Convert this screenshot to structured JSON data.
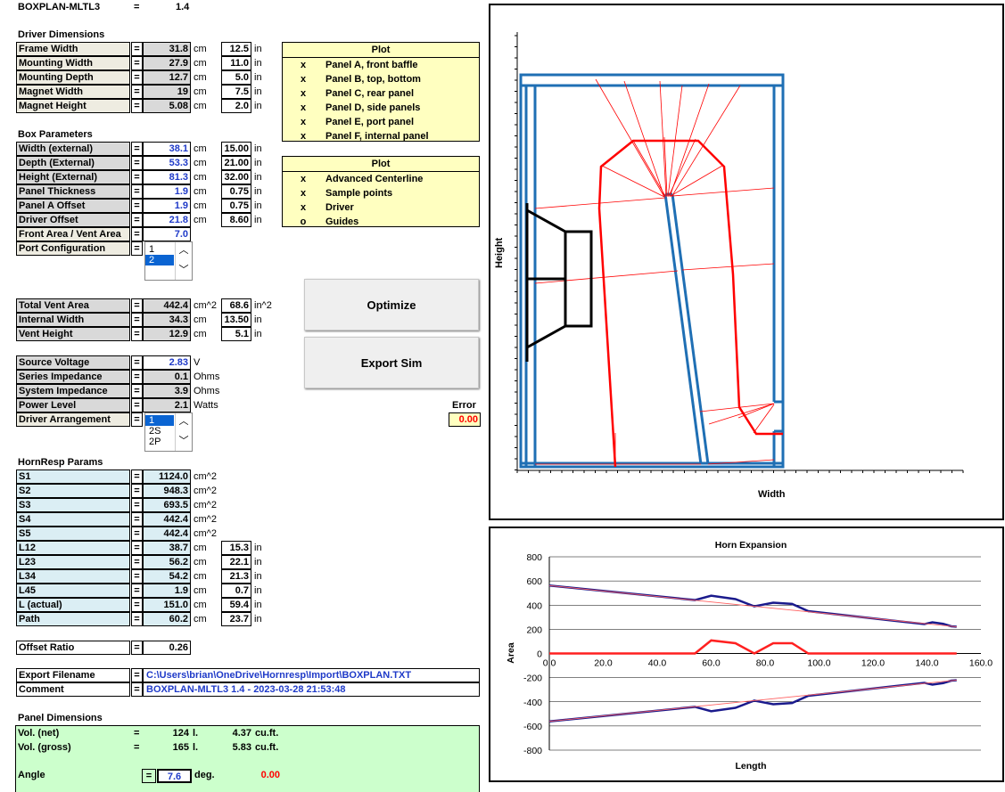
{
  "header": {
    "name": "BOXPLAN-MLTL3",
    "eq": "=",
    "version": "1.4"
  },
  "driver_dims": {
    "title": "Driver Dimensions",
    "rows": [
      {
        "label": "Frame Width",
        "cm": "31.8",
        "in": "12.5"
      },
      {
        "label": "Mounting Width",
        "cm": "27.9",
        "in": "11.0"
      },
      {
        "label": "Mounting Depth",
        "cm": "12.7",
        "in": "5.0"
      },
      {
        "label": "Magnet Width",
        "cm": "19",
        "in": "7.5"
      },
      {
        "label": "Magnet Height",
        "cm": "5.08",
        "in": "2.0"
      }
    ]
  },
  "units": {
    "cm": "cm",
    "in": "in",
    "cm2": "cm^2",
    "in2": "in^2",
    "v": "V",
    "ohms": "Ohms",
    "watts": "Watts",
    "l": "l.",
    "cuft": "cu.ft.",
    "deg": "deg."
  },
  "plot1": {
    "title": "Plot",
    "rows": [
      {
        "mark": "x",
        "label": "Panel A, front baffle"
      },
      {
        "mark": "x",
        "label": "Panel B, top, bottom"
      },
      {
        "mark": "x",
        "label": "Panel C, rear panel"
      },
      {
        "mark": "x",
        "label": "Panel D, side panels"
      },
      {
        "mark": "x",
        "label": "Panel E, port panel"
      },
      {
        "mark": "x",
        "label": "Panel F, internal panel"
      }
    ]
  },
  "box_params": {
    "title": "Box Parameters",
    "rows": [
      {
        "label": "Width (external)",
        "cm": "38.1",
        "in": "15.00"
      },
      {
        "label": "Depth (External)",
        "cm": "53.3",
        "in": "21.00"
      },
      {
        "label": "Height (External)",
        "cm": "81.3",
        "in": "32.00"
      },
      {
        "label": "Panel Thickness",
        "cm": "1.9",
        "in": "0.75"
      },
      {
        "label": "Panel A Offset",
        "cm": "1.9",
        "in": "0.75"
      },
      {
        "label": "Driver Offset",
        "cm": "21.8",
        "in": "8.60"
      }
    ],
    "front_area": {
      "label": "Front Area / Vent Area",
      "value": "7.0"
    },
    "port_config": {
      "label": "Port Configuration",
      "options": [
        "1",
        "2"
      ],
      "selected": "2"
    }
  },
  "plot2": {
    "title": "Plot",
    "rows": [
      {
        "mark": "x",
        "label": "Advanced Centerline"
      },
      {
        "mark": "x",
        "label": "Sample points"
      },
      {
        "mark": "x",
        "label": "Driver"
      },
      {
        "mark": "o",
        "label": "Guides"
      }
    ]
  },
  "vent": {
    "rows": [
      {
        "label": "Total Vent Area",
        "v": "442.4",
        "u": "cm^2",
        "v2": "68.6",
        "u2": "in^2"
      },
      {
        "label": "Internal Width",
        "v": "34.3",
        "u": "cm",
        "v2": "13.50",
        "u2": "in"
      },
      {
        "label": "Vent Height",
        "v": "12.9",
        "u": "cm",
        "v2": "5.1",
        "u2": "in"
      }
    ]
  },
  "buttons": {
    "optimize": "Optimize",
    "export": "Export Sim"
  },
  "electrical": {
    "rows": [
      {
        "label": "Source Voltage",
        "v": "2.83",
        "u": "V"
      },
      {
        "label": "Series Impedance",
        "v": "0.1",
        "u": "Ohms"
      },
      {
        "label": "System Impedance",
        "v": "3.9",
        "u": "Ohms"
      },
      {
        "label": "Power Level",
        "v": "2.1",
        "u": "Watts"
      }
    ],
    "arrangement": {
      "label": "Driver Arrangement",
      "options": [
        "1",
        "2S",
        "2P"
      ],
      "selected": "1"
    }
  },
  "error": {
    "label": "Error",
    "value": "0.00"
  },
  "hornresp": {
    "title": "HornResp Params",
    "rows": [
      {
        "label": "S1",
        "v": "1124.0",
        "u": "cm^2"
      },
      {
        "label": "S2",
        "v": "948.3",
        "u": "cm^2"
      },
      {
        "label": "S3",
        "v": "693.5",
        "u": "cm^2"
      },
      {
        "label": "S4",
        "v": "442.4",
        "u": "cm^2"
      },
      {
        "label": "S5",
        "v": "442.4",
        "u": "cm^2"
      },
      {
        "label": "L12",
        "v": "38.7",
        "u": "cm",
        "v2": "15.3",
        "u2": "in"
      },
      {
        "label": "L23",
        "v": "56.2",
        "u": "cm",
        "v2": "22.1",
        "u2": "in"
      },
      {
        "label": "L34",
        "v": "54.2",
        "u": "cm",
        "v2": "21.3",
        "u2": "in"
      },
      {
        "label": "L45",
        "v": "1.9",
        "u": "cm",
        "v2": "0.7",
        "u2": "in"
      },
      {
        "label": "L (actual)",
        "v": "151.0",
        "u": "cm",
        "v2": "59.4",
        "u2": "in"
      },
      {
        "label": "Path",
        "v": "60.2",
        "u": "cm",
        "v2": "23.7",
        "u2": "in"
      }
    ]
  },
  "offset_ratio": {
    "label": "Offset Ratio",
    "value": "0.26"
  },
  "export": {
    "filename_label": "Export Filename",
    "filename": "C:\\Users\\brian\\OneDrive\\Hornresp\\Import\\BOXPLAN.TXT",
    "comment_label": "Comment",
    "comment": "BOXPLAN-MLTL3 1.4 - 2023-03-28 21:53:48"
  },
  "panel_dims": {
    "title": "Panel Dimensions",
    "vol_net": {
      "label": "Vol. (net)",
      "l": "124",
      "cuft": "4.37"
    },
    "vol_gross": {
      "label": "Vol. (gross)",
      "l": "165",
      "cuft": "5.83"
    },
    "angle": {
      "label": "Angle",
      "value": "7.6",
      "extra": "0.00"
    }
  },
  "box_plot": {
    "xlabel": "Width",
    "ylabel": "Height"
  },
  "chart_data": {
    "type": "line",
    "title": "Horn Expansion",
    "xlabel": "Length",
    "ylabel": "Area",
    "xlim": [
      0,
      160
    ],
    "ylim": [
      -800,
      800
    ],
    "xticks": [
      "0.0",
      "20.0",
      "40.0",
      "60.0",
      "80.0",
      "100.0",
      "120.0",
      "140.0",
      "160.0"
    ],
    "yticks": [
      "800",
      "600",
      "400",
      "200",
      "0",
      "-200",
      "-400",
      "-600",
      "-800"
    ],
    "series": [
      {
        "color": "#1a1a8c",
        "points": [
          [
            0,
            562
          ],
          [
            54,
            442
          ],
          [
            60,
            478
          ],
          [
            69,
            450
          ],
          [
            76,
            390
          ],
          [
            83,
            420
          ],
          [
            90,
            410
          ],
          [
            96,
            350
          ],
          [
            139,
            243
          ],
          [
            142,
            258
          ],
          [
            146,
            245
          ],
          [
            149,
            225
          ],
          [
            151,
            221
          ]
        ]
      },
      {
        "color": "#1a1a8c",
        "points": [
          [
            0,
            -562
          ],
          [
            54,
            -442
          ],
          [
            60,
            -478
          ],
          [
            69,
            -450
          ],
          [
            76,
            -390
          ],
          [
            83,
            -420
          ],
          [
            90,
            -410
          ],
          [
            96,
            -350
          ],
          [
            139,
            -243
          ],
          [
            142,
            -258
          ],
          [
            146,
            -245
          ],
          [
            149,
            -225
          ],
          [
            151,
            -221
          ]
        ]
      },
      {
        "color": "#ff2020",
        "points": [
          [
            0,
            0
          ],
          [
            54,
            0
          ],
          [
            60,
            108
          ],
          [
            69,
            85
          ],
          [
            76,
            0
          ],
          [
            83,
            85
          ],
          [
            90,
            85
          ],
          [
            96,
            0
          ],
          [
            151,
            0
          ]
        ]
      },
      {
        "color": "#ff6060",
        "points": [
          [
            0,
            562
          ],
          [
            151,
            221
          ]
        ]
      },
      {
        "color": "#ff6060",
        "points": [
          [
            0,
            -562
          ],
          [
            151,
            -221
          ]
        ]
      }
    ]
  },
  "colors": {
    "label_bg": "#eeece1",
    "plot_bg": "#ffffc0",
    "hornresp_bg": "#dbeef4",
    "panel_bg": "#ccffcc",
    "blue_value": "#1f3ac8",
    "error": "#ff0000"
  }
}
